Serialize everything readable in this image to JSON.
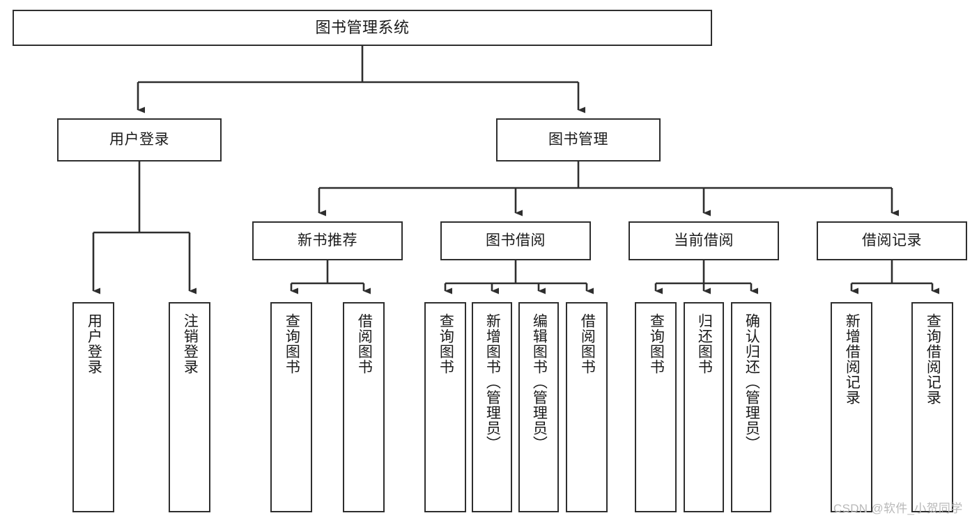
{
  "diagram": {
    "type": "tree-hierarchy",
    "title": "图书管理系统",
    "watermark": "CSDN @软件_小贺同学",
    "colors": {
      "box_border": "#2e2e2e",
      "box_fill": "#ffffff",
      "connector": "#2e2e2e",
      "text": "#1a1a1a",
      "watermark": "#b9b9b9",
      "background": "#ffffff"
    },
    "levels": {
      "root": "图书管理系统",
      "level2": [
        "用户登录",
        "图书管理"
      ],
      "level3": [
        "新书推荐",
        "图书借阅",
        "当前借阅",
        "借阅记录"
      ]
    },
    "nodes": {
      "root": {
        "label": "图书管理系统"
      },
      "user_login": {
        "label": "用户登录"
      },
      "book_manage": {
        "label": "图书管理"
      },
      "new_book_rec": {
        "label": "新书推荐"
      },
      "book_borrow": {
        "label": "图书借阅"
      },
      "current_borrow": {
        "label": "当前借阅"
      },
      "borrow_record": {
        "label": "借阅记录"
      }
    },
    "leaves": {
      "user_login": [
        {
          "label": "用户登录"
        },
        {
          "label": "注销登录"
        }
      ],
      "new_book_rec": [
        {
          "label": "查询图书"
        },
        {
          "label": "借阅图书"
        }
      ],
      "book_borrow": [
        {
          "label": "查询图书"
        },
        {
          "label": "新增图书（管理员）"
        },
        {
          "label": "编辑图书（管理员）"
        },
        {
          "label": "借阅图书"
        }
      ],
      "current_borrow": [
        {
          "label": "查询图书"
        },
        {
          "label": "归还图书"
        },
        {
          "label": "确认归还（管理员）"
        }
      ],
      "borrow_record": [
        {
          "label": "新增借阅记录"
        },
        {
          "label": "查询借阅记录"
        }
      ]
    }
  }
}
